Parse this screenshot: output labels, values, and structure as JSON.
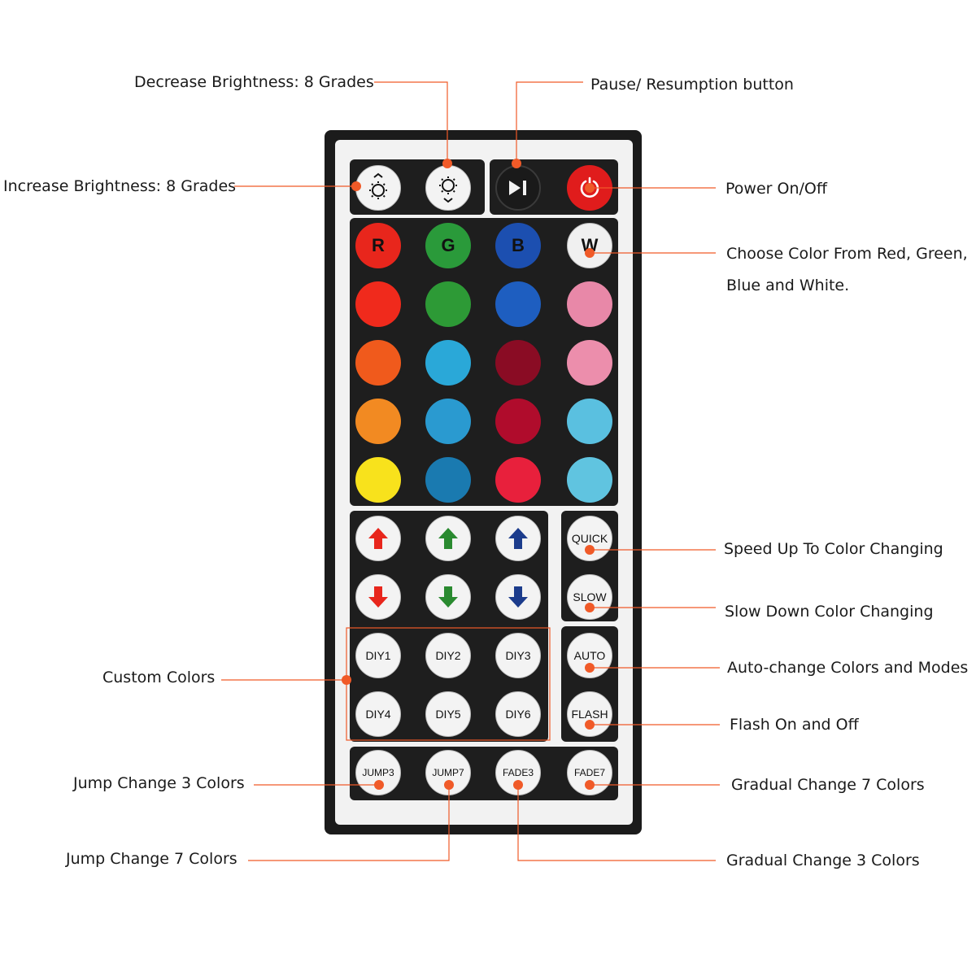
{
  "labels": {
    "decrease_brightness": "Decrease Brightness: 8 Grades",
    "increase_brightness": "Increase Brightness: 8 Grades",
    "pause": "Pause/ Resumption button",
    "power": "Power On/Off",
    "choose_color_1": "Choose Color From Red, Green,",
    "choose_color_2": "Blue and White.",
    "speed_up": "Speed Up To Color Changing",
    "slow_down": "Slow Down Color Changing",
    "auto_change": "Auto-change Colors and Modes",
    "flash": "Flash On and Off",
    "custom_colors": "Custom Colors",
    "jump3": "Jump Change 3 Colors",
    "fade7": "Gradual Change 7 Colors",
    "jump7": "Jump Change 7 Colors",
    "fade3": "Gradual Change 3 Colors"
  },
  "buttons": {
    "r": "R",
    "g": "G",
    "b": "B",
    "w": "W",
    "quick": "QUICK",
    "slow": "SLOW",
    "auto": "AUTO",
    "flash": "FLASH",
    "diy1": "DIY1",
    "diy2": "DIY2",
    "diy3": "DIY3",
    "diy4": "DIY4",
    "diy5": "DIY5",
    "diy6": "DIY6",
    "jump3": "JUMP3",
    "jump7": "JUMP7",
    "fade3": "FADE3",
    "fade7": "FADE7"
  },
  "colors": {
    "callout": "#f05a28",
    "color_grid": [
      [
        "#e8261c",
        "#2a9a3a",
        "#1c4fb0",
        "#f0f0f0"
      ],
      [
        "#f02a1c",
        "#2d9a36",
        "#1e5ec0",
        "#e888a8"
      ],
      [
        "#f05a1c",
        "#2aa8d8",
        "#8a0c24",
        "#ec8eac"
      ],
      [
        "#f28a22",
        "#2a9ad0",
        "#b00c2c",
        "#5ac0e0"
      ],
      [
        "#f8e21c",
        "#1a7ab0",
        "#e8203c",
        "#60c4e0"
      ]
    ],
    "arrows": [
      "#e8261c",
      "#2a8a30",
      "#1c3c8c"
    ]
  },
  "icons": [
    "brightness-up-icon",
    "brightness-down-icon",
    "play-pause-icon",
    "power-icon",
    "arrow-up-icon",
    "arrow-down-icon"
  ]
}
